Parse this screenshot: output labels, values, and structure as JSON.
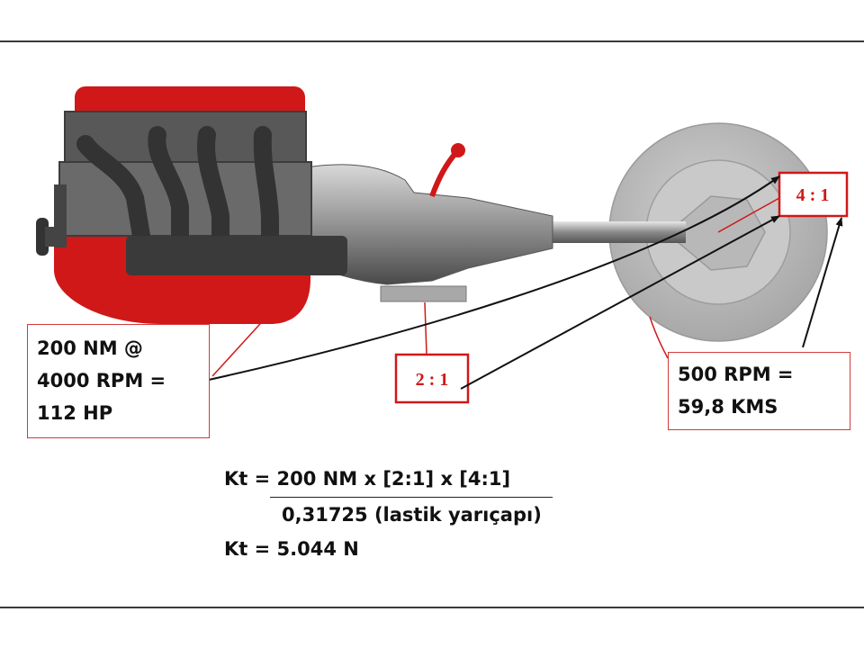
{
  "engine_callout": {
    "line1": "200 NM @",
    "line2": "4000 RPM =",
    "line3": "112 HP"
  },
  "wheel_callout": {
    "line1": "500 RPM =",
    "line2": "59,8 KMS"
  },
  "gearbox_ratio": "2 : 1",
  "differential_ratio": "4 : 1",
  "formula": {
    "numerator_prefix": "Kt = ",
    "numerator": "200 NM x [2:1] x [4:1]",
    "denominator": "0,31725 (lastik yarıçapı)",
    "result": "Kt = 5.044 N"
  },
  "colors": {
    "accent_red": "#d01818",
    "engine_gray": "#5a5a5a",
    "wheel_gray": "#bdbdbd"
  }
}
